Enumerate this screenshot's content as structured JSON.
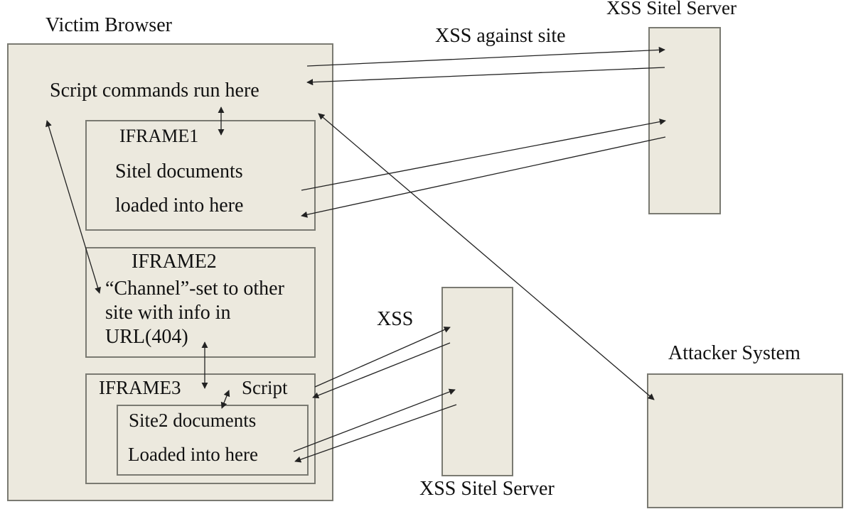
{
  "colors": {
    "box_fill": "#ece9de",
    "box_border": "#7a7a72",
    "arrow": "#222222",
    "background": "#ffffff"
  },
  "labels": {
    "victim_browser": "Victim Browser",
    "script_commands": "Script commands run here",
    "iframe1_title": "IFRAME1",
    "iframe1_line1": "Sitel documents",
    "iframe1_line2": "loaded into here",
    "iframe2_title": "IFRAME2",
    "iframe2_body": "“Channel”-set to other site with info in URL(404)",
    "iframe3_title": "IFRAME3",
    "iframe3_script": "Script",
    "site2_line1": "Site2 documents",
    "site2_line2": "Loaded into here",
    "server_top": "XSS Sitel Server",
    "xss_against_site": "XSS against site",
    "xss_mid": "XSS",
    "server_bottom": "XSS Sitel Server",
    "attacker_system": "Attacker System"
  }
}
